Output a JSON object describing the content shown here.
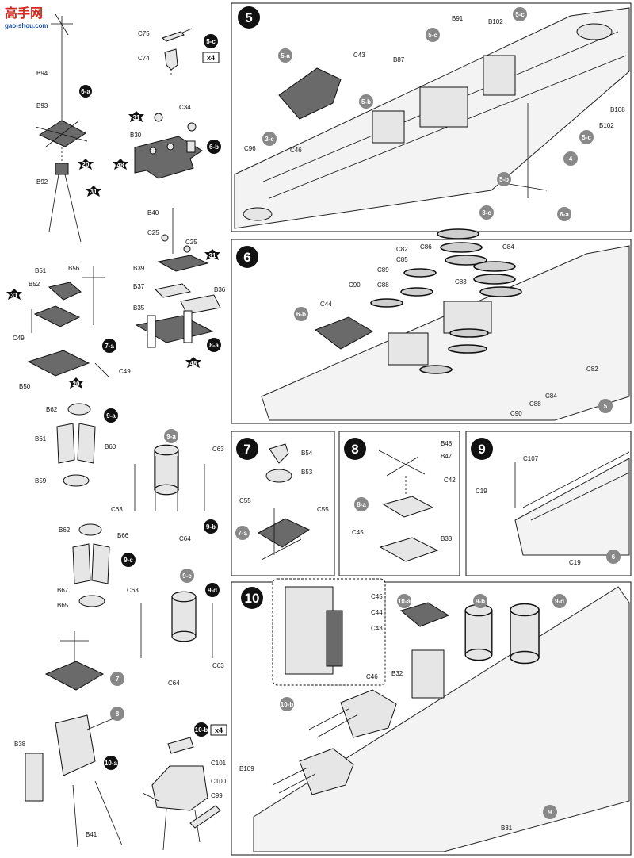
{
  "logo": {
    "site_name": "高手网",
    "url": "gao-shou.com"
  },
  "steps": [
    {
      "number": "5",
      "labels": [
        "B91",
        "B102",
        "C43",
        "B87",
        "C46",
        "C96",
        "B108",
        "5-a",
        "5-b",
        "5-c",
        "3-c",
        "4"
      ]
    },
    {
      "number": "6",
      "labels": [
        "C86",
        "C82",
        "C84",
        "C85",
        "C89",
        "C88",
        "C83",
        "C90",
        "C44",
        "C82",
        "C84",
        "C88",
        "C90",
        "6-b",
        "5"
      ]
    },
    {
      "number": "7",
      "labels": [
        "B54",
        "B53",
        "C55",
        "C55",
        "7-a"
      ]
    },
    {
      "number": "8",
      "labels": [
        "B48",
        "B47",
        "C42",
        "C45",
        "B33",
        "8-a"
      ]
    },
    {
      "number": "9",
      "labels": [
        "C107",
        "C19",
        "C19",
        "6"
      ]
    },
    {
      "number": "10",
      "labels": [
        "C45",
        "C44",
        "C43",
        "C46",
        "B32",
        "B109",
        "B31",
        "10-a",
        "10-b",
        "9-b",
        "9-d",
        "9"
      ]
    }
  ],
  "subassemblies": [
    {
      "id": "6-a",
      "labels": [
        "B94",
        "B93",
        "B92"
      ],
      "badges": [
        "20",
        "31"
      ]
    },
    {
      "id": "5-c",
      "labels": [
        "C75",
        "C74"
      ],
      "multiplier": "x4"
    },
    {
      "id": "6-b",
      "labels": [
        "C34",
        "B30"
      ],
      "badges": [
        "31",
        "48"
      ]
    },
    {
      "id": "8-a",
      "labels": [
        "B40",
        "C25",
        "C25",
        "B39",
        "B37",
        "B35",
        "B36"
      ],
      "badges": [
        "31",
        "48"
      ]
    },
    {
      "id": "7-a",
      "labels": [
        "B56",
        "B51",
        "B52",
        "C49",
        "C49",
        "B50"
      ],
      "badges": [
        "31",
        "20"
      ]
    },
    {
      "id": "9-a",
      "labels": [
        "B62",
        "B61",
        "B60",
        "B59"
      ]
    },
    {
      "id": "9-b",
      "labels": [
        "C63",
        "C63",
        "C64"
      ]
    },
    {
      "id": "9-c",
      "labels": [
        "B62",
        "B66",
        "B67",
        "B65"
      ]
    },
    {
      "id": "9-d",
      "labels": [
        "C63",
        "C63",
        "C64"
      ]
    },
    {
      "id": "10-a",
      "labels": [
        "B38",
        "B41"
      ],
      "refs": [
        "7",
        "8"
      ]
    },
    {
      "id": "10-b",
      "labels": [
        "C101",
        "C100",
        "C99"
      ],
      "multiplier": "x4"
    }
  ],
  "colors": {
    "badge_dark": "#111111",
    "badge_gray": "#666666",
    "logo_red": "#d7261e",
    "logo_blue": "#1a4fa0"
  }
}
